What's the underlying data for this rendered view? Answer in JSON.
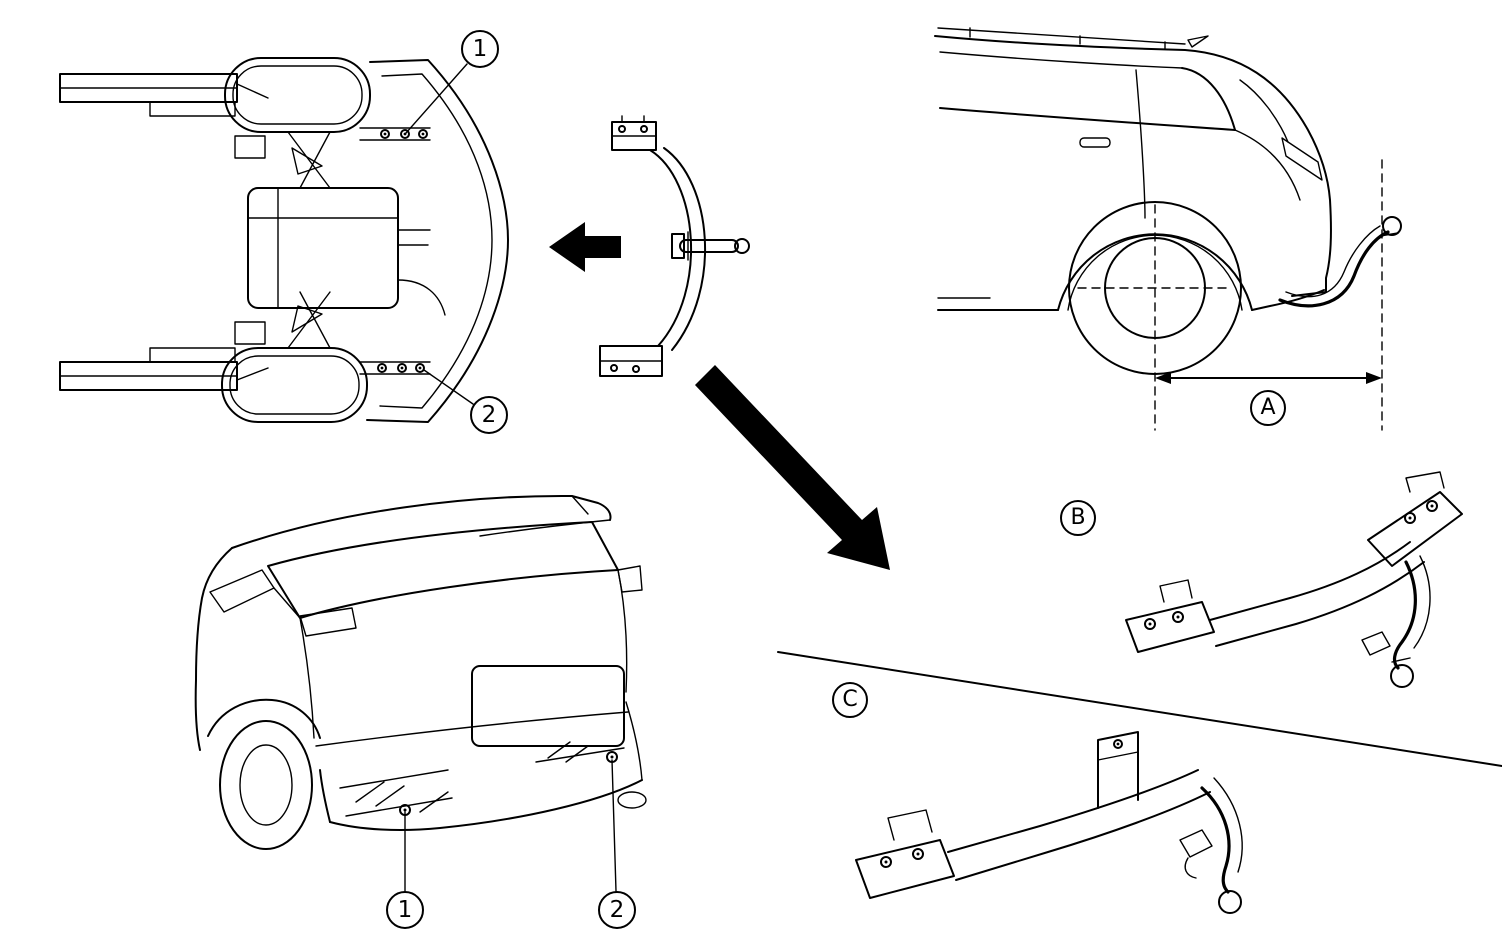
{
  "diagram": {
    "background_color": "#ffffff",
    "line_color": "#000000",
    "callouts": {
      "chassis_mount_1": "1",
      "chassis_mount_2": "2",
      "bumper_point_1": "1",
      "bumper_point_2": "2",
      "dimension": "A",
      "view_b": "B",
      "view_c": "C"
    }
  }
}
